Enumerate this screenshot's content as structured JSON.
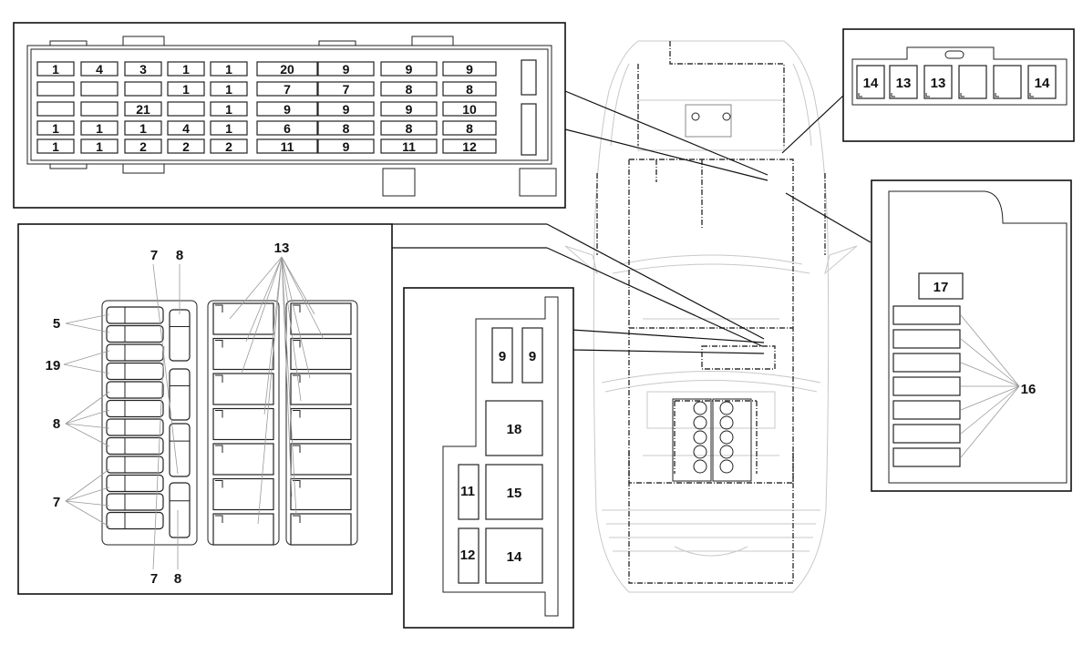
{
  "colors": {
    "line": "#111111",
    "car_outline": "#c8c8c8",
    "background": "#ffffff"
  },
  "main_fusebox": {
    "rows": [
      [
        "1",
        "4",
        "3",
        "1",
        "1",
        "20",
        "9",
        "9",
        "9"
      ],
      [
        "",
        "",
        "",
        "1",
        "1",
        "7",
        "7",
        "8",
        "8"
      ],
      [
        "",
        "",
        "21",
        "",
        "1",
        "9",
        "9",
        "9",
        "10"
      ],
      [
        "1",
        "1",
        "1",
        "4",
        "1",
        "6",
        "8",
        "8",
        "8"
      ],
      [
        "1",
        "1",
        "2",
        "2",
        "2",
        "11",
        "9",
        "11",
        "12"
      ]
    ]
  },
  "top_right_box": {
    "cells": [
      "14",
      "13",
      "13",
      "",
      "",
      "14"
    ]
  },
  "left_box": {
    "callouts": {
      "c7_top": "7",
      "c8_top": "8",
      "c13": "13",
      "c5": "5",
      "c19": "19",
      "c8_left": "8",
      "c7_left": "7",
      "c7_bottom": "7",
      "c8_bottom": "8"
    }
  },
  "center_box": {
    "labels": {
      "fuse9a": "9",
      "fuse9b": "9",
      "relay18": "18",
      "fuse11": "11",
      "relay15": "15",
      "fuse12": "12",
      "relay14": "14"
    }
  },
  "right_box": {
    "relay17": "17",
    "callout16": "16"
  }
}
